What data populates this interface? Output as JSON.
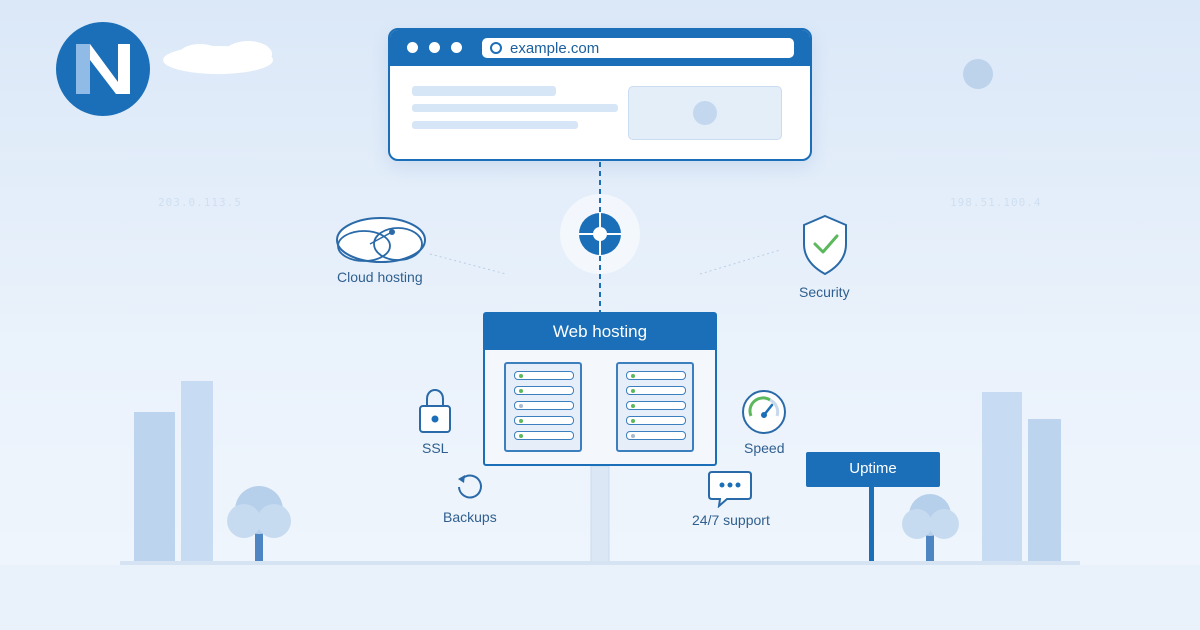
{
  "brand": {
    "logo_letter": "N"
  },
  "browser": {
    "url": "example.com"
  },
  "central_node": {
    "icon": "crosshair-node-icon"
  },
  "hosting": {
    "title": "Web hosting",
    "racks": [
      {
        "leds": [
          "#5cb85c",
          "#5cb85c",
          "#a8b8d0",
          "#5cb85c",
          "#5cb85c"
        ]
      },
      {
        "leds": [
          "#5cb85c",
          "#5cb85c",
          "#5cb85c",
          "#5cb85c",
          "#a8b8d0"
        ]
      }
    ]
  },
  "features": {
    "cloud": {
      "label": "Cloud hosting",
      "icon": "cloud-icon"
    },
    "security": {
      "label": "Security",
      "icon": "shield-check-icon"
    },
    "ssl": {
      "label": "SSL",
      "icon": "padlock-icon"
    },
    "speed": {
      "label": "Speed",
      "icon": "speedometer-icon"
    },
    "backups": {
      "label": "Backups",
      "icon": "refresh-icon"
    },
    "support": {
      "label": "24/7 support",
      "icon": "chat-bubble-icon"
    }
  },
  "uptime": {
    "label": "Uptime"
  },
  "ips": {
    "left": "203.0.113.5",
    "right": "198.51.100.4"
  },
  "colors": {
    "primary": "#1b6fb8",
    "background": "#e3eefa",
    "accent_green": "#5cb85c"
  }
}
